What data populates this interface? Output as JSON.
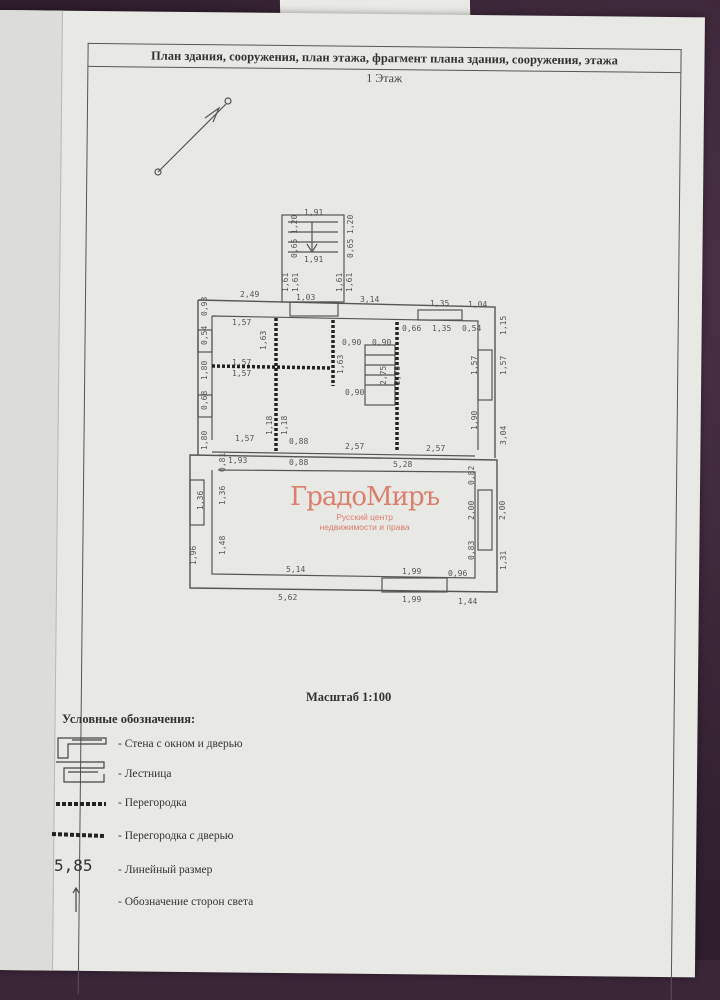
{
  "title": "План здания, сооружения, план этажа, фрагмент плана здания, сооружения, этажа",
  "floor": "1 Этаж",
  "scale": "Масштаб 1:100",
  "watermark": {
    "name": "ГрадоМиръ",
    "line1": "Русский центр",
    "line2": "недвижимости и права",
    "color": "#d86c5a"
  },
  "dimensions": [
    "1,91",
    "1,91",
    "1,20",
    "0,65",
    "1,20",
    "0,65",
    "1,61",
    "1,61",
    "1,61",
    "1,61",
    "2,49",
    "1,03",
    "3,14",
    "1,35",
    "1,04",
    "0,93",
    "0,54",
    "1,80",
    "0,68",
    "1,80",
    "1,36",
    "1,96",
    "1,57",
    "1,57",
    "1,57",
    "1,57",
    "1,63",
    "1,63",
    "0,90",
    "0,90",
    "0,90",
    "2,75",
    "2,75",
    "0,66",
    "1,35",
    "0,54",
    "1,15",
    "1,57",
    "1,57",
    "1,90",
    "3,04",
    "2,57",
    "2,57",
    "0,88",
    "0,88",
    "1,93",
    "5,28",
    "0,81",
    "1,36",
    "1,48",
    "0,82",
    "2,00",
    "2,00",
    "0,83",
    "1,31",
    "5,14",
    "1,99",
    "0,96",
    "5,62",
    "1,99",
    "1,44",
    "1,18",
    "1,18"
  ],
  "legend": {
    "title": "Условные обозначения:",
    "items": [
      "- Стена с окном и дверью",
      "- Лестница",
      "- Перегородка",
      "- Перегородка с дверью",
      "- Линейный размер",
      "- Обозначение сторон света"
    ],
    "dimension_sample": "5,85"
  }
}
